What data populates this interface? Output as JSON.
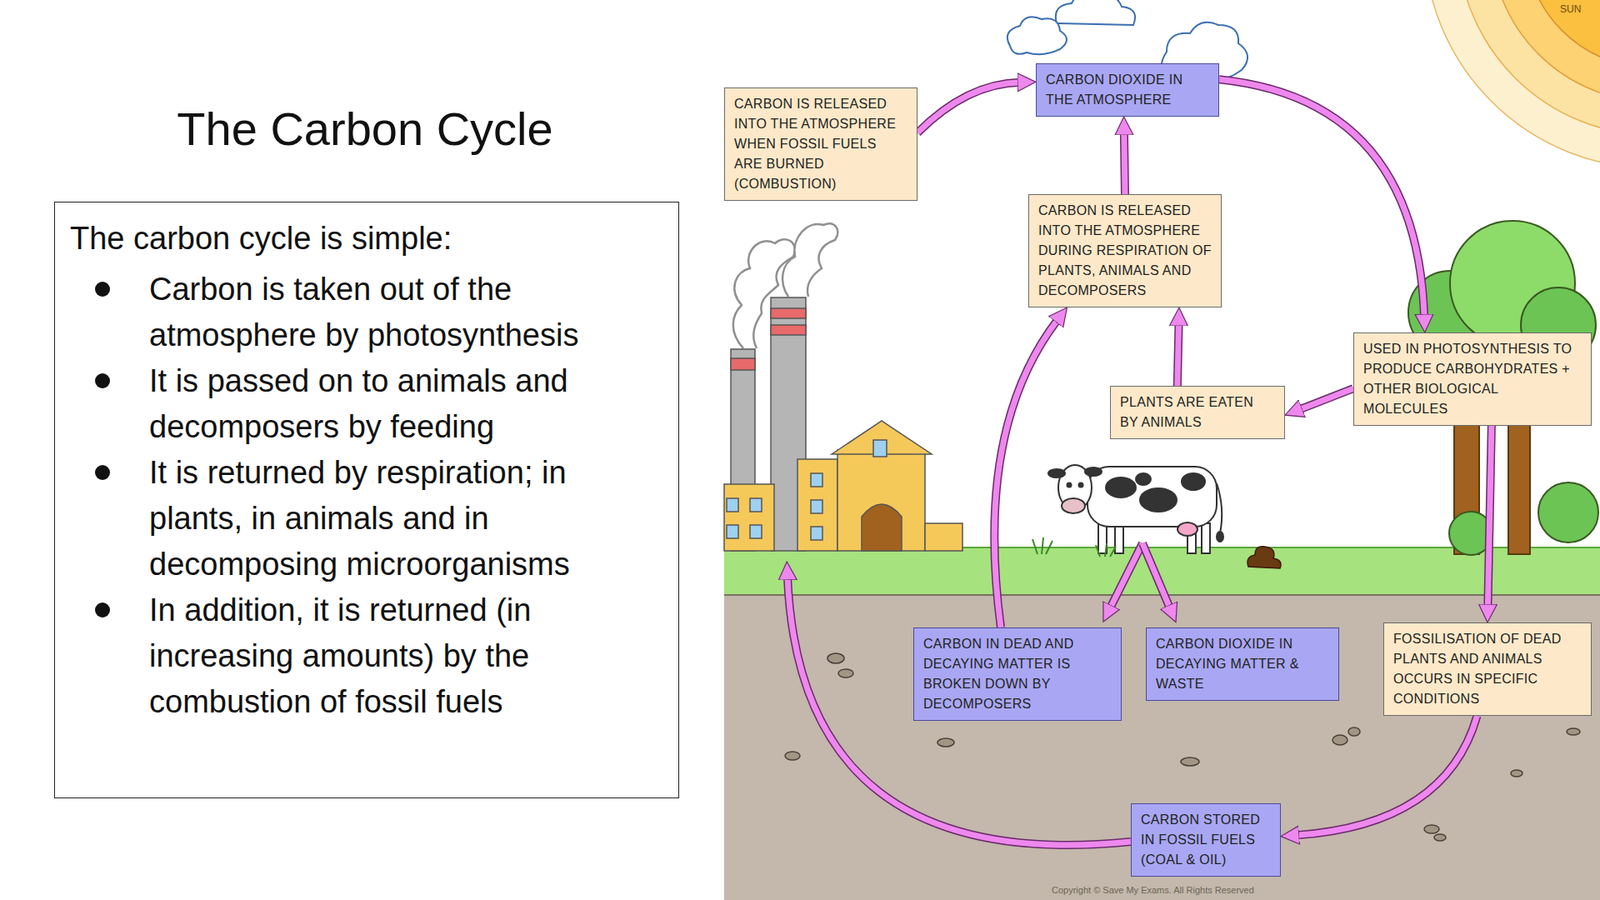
{
  "diagram": {
    "title": "The Carbon Cycle",
    "nodes": [
      {
        "text": [
          "The carbon cycle is simple:",
          "Carbon is taken out of the atmosphere by photosynthesis",
          "It is passed on to animals and decomposers by feeding",
          "It is returned by respiration; in plants, in animals and in decomposing microorganisms",
          "In addition, it is returned (in increasing amounts) by the combustion of fossil fuels"
        ]
      },
      {
        "text": [
          "CARBON IS RELEASED INTO THE ATMOSPHERE WHEN FOSSIL FUELS ARE BURNED (COMBUSTION)"
        ]
      },
      {
        "text": [
          "CARBON DIOXIDE IN THE ATMOSPHERE"
        ]
      },
      {
        "text": [
          "CARBON IS RELEASED INTO THE ATMOSPHERE DURING RESPIRATION OF PLANTS, ANIMALS AND DECOMPOSERS"
        ]
      },
      {
        "text": [
          "PLANTS ARE EATEN BY ANIMALS"
        ]
      },
      {
        "text": [
          "USED IN PHOTOSYNTHESIS TO PRODUCE CARBOHYDRATES + OTHER BIOLOGICAL MOLECULES"
        ]
      },
      {
        "text": [
          "CARBON IN DEAD AND DECAYING MATTER IS BROKEN DOWN BY DECOMPOSERS"
        ]
      },
      {
        "text": [
          "CARBON DIOXIDE IN DECAYING MATTER & WASTE"
        ]
      },
      {
        "text": [
          "FOSSILISATION OF DEAD PLANTS AND ANIMALS OCCURS IN SPECIFIC CONDITIONS"
        ]
      },
      {
        "text": [
          "CARBON STORED IN FOSSIL FUELS (COAL & OIL)"
        ]
      }
    ],
    "edges": [
      {
        "from": 1,
        "to": 2,
        "arrow": "to"
      },
      {
        "from": 2,
        "to": 5,
        "arrow": "to"
      },
      {
        "from": 3,
        "to": 2,
        "arrow": "to"
      },
      {
        "from": 5,
        "to": 4,
        "arrow": "to"
      },
      {
        "from": 4,
        "to": 3,
        "arrow": "to"
      },
      {
        "from": 5,
        "to": 8,
        "arrow": "to"
      },
      {
        "from": 8,
        "to": 9,
        "arrow": "to"
      },
      {
        "from": 6,
        "to": 3,
        "arrow": "to"
      }
    ],
    "labels": [
      "SUN",
      "Copyright © Save My Exams. All Rights Reserved"
    ]
  }
}
